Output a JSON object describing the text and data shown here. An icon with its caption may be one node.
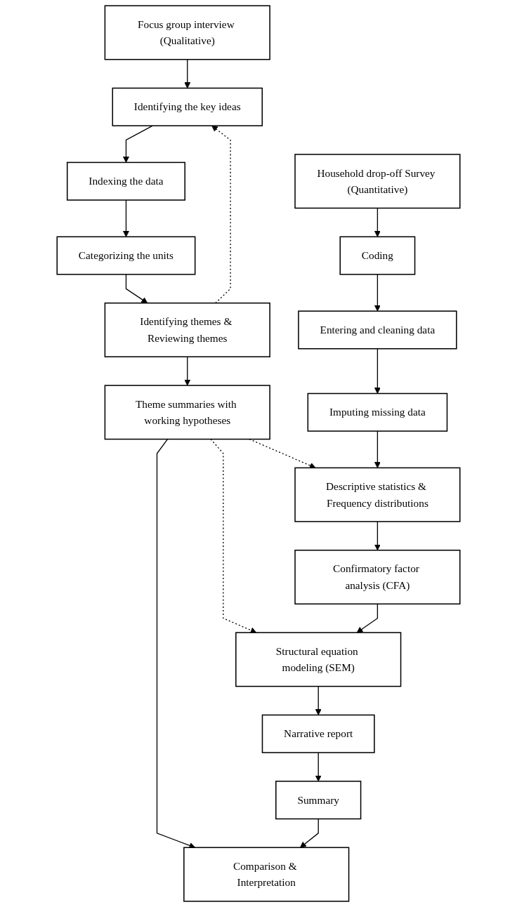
{
  "diagram": {
    "nodes": [
      {
        "text": [
          "Focus group interview (Qualitative)"
        ]
      },
      {
        "text": [
          "Identifying the key ideas"
        ]
      },
      {
        "text": [
          "Indexing the data"
        ]
      },
      {
        "text": [
          "Categorizing the units"
        ]
      },
      {
        "text": [
          "Identifying themes & Reviewing themes"
        ]
      },
      {
        "text": [
          "Theme summaries with working hypotheses"
        ]
      },
      {
        "text": [
          "Household drop-off Survey (Quantitative)"
        ]
      },
      {
        "text": [
          "Coding"
        ]
      },
      {
        "text": [
          "Entering and cleaning data"
        ]
      },
      {
        "text": [
          "Imputing missing data"
        ]
      },
      {
        "text": [
          "Descriptive statistics & Frequency distributions"
        ]
      },
      {
        "text": [
          "Confirmatory factor analysis (CFA)"
        ]
      },
      {
        "text": [
          "Structural equation modeling (SEM)"
        ]
      },
      {
        "text": [
          "Narrative report"
        ]
      },
      {
        "text": [
          "Summary"
        ]
      },
      {
        "text": [
          "Comparison & Interpretation"
        ]
      }
    ],
    "edges": [
      {
        "from": 0,
        "to": 1,
        "arrow": "to"
      },
      {
        "from": 4,
        "to": 1,
        "arrow": "to",
        "style": "dashed"
      },
      {
        "from": 1,
        "to": 2,
        "arrow": "to"
      },
      {
        "from": 2,
        "to": 3,
        "arrow": "to"
      },
      {
        "from": 3,
        "to": 4,
        "arrow": "to"
      },
      {
        "from": 4,
        "to": 5,
        "arrow": "to"
      },
      {
        "from": 5,
        "to": 10,
        "arrow": "to",
        "style": "dashed"
      },
      {
        "from": 5,
        "to": 12,
        "arrow": "to",
        "style": "dashed"
      },
      {
        "from": 5,
        "to": 15,
        "arrow": "to"
      },
      {
        "from": 6,
        "to": 7,
        "arrow": "to"
      },
      {
        "from": 7,
        "to": 8,
        "arrow": "to"
      },
      {
        "from": 8,
        "to": 9,
        "arrow": "to"
      },
      {
        "from": 9,
        "to": 10,
        "arrow": "to"
      },
      {
        "from": 10,
        "to": 11,
        "arrow": "to"
      },
      {
        "from": 11,
        "to": 12,
        "arrow": "to"
      },
      {
        "from": 12,
        "to": 13,
        "arrow": "to"
      },
      {
        "from": 13,
        "to": 14,
        "arrow": "to"
      },
      {
        "from": 14,
        "to": 15,
        "arrow": "to"
      }
    ]
  }
}
